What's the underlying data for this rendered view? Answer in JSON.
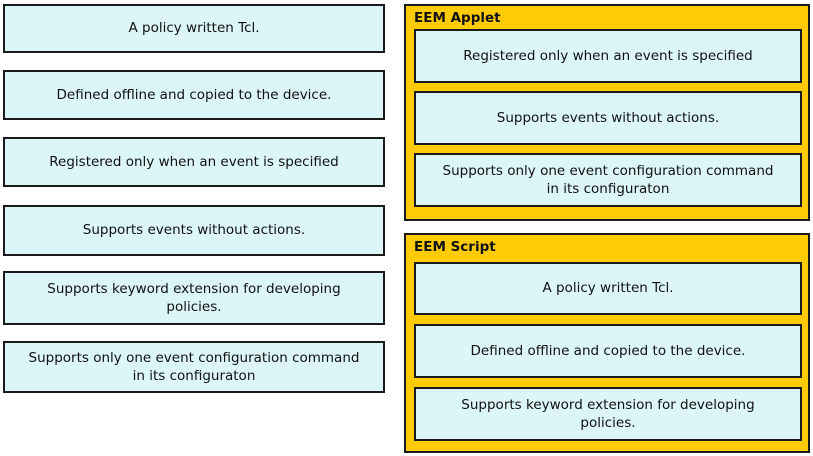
{
  "colors": {
    "option_fill": "#dcf5f8",
    "group_fill": "#ffcb05",
    "border": "#1a1a1a",
    "text": "#111111",
    "page_background": "#ffffff"
  },
  "left_items": [
    "A policy written Tcl.",
    "Defined offline and copied to the device.",
    "Registered only when an event is specified",
    "Supports events without actions.",
    "Supports keyword extension for developing policies.",
    "Supports only one event configuration command in its configuraton"
  ],
  "groups": [
    {
      "title": "EEM Applet",
      "items": [
        "Registered only when an event is specified",
        "Supports events without actions.",
        "Supports only one event configuration command in its configuraton"
      ]
    },
    {
      "title": "EEM Script",
      "items": [
        "A policy written Tcl.",
        "Defined offline and copied to the device.",
        "Supports keyword extension for developing policies."
      ]
    }
  ]
}
